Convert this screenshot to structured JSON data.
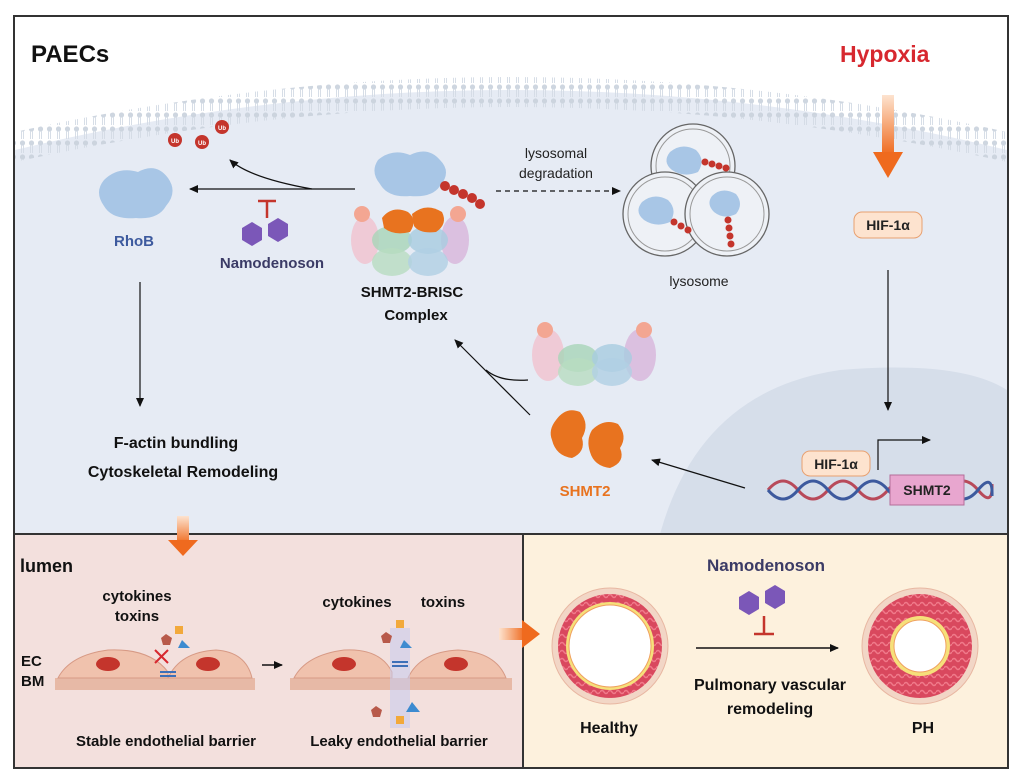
{
  "title": "PAECs",
  "hypoxia": "Hypoxia",
  "hif_box": "HIF-1α",
  "hif_box_dna": "HIF-1α",
  "shmt2_gene": "SHMT2",
  "shmt2_protein": "SHMT2",
  "rhob": "RhoB",
  "namodenoson_top": "Namodenoson",
  "complex_line1": "SHMT2-BRISC",
  "complex_line2": "Complex",
  "lysosomal_line1": "lysosomal",
  "lysosomal_line2": "degradation",
  "lysosome": "lysosome",
  "ub": "Ub",
  "factin": "F-actin bundling",
  "cytoskeletal": "Cytoskeletal Remodeling",
  "lumen": "lumen",
  "cytokines_left": "cytokines",
  "toxins_left": "toxins",
  "cytokines_right": "cytokines",
  "toxins_right": "toxins",
  "ec": "EC",
  "bm": "BM",
  "stable": "Stable endothelial barrier",
  "leaky": "Leaky endothelial barrier",
  "namodenoson_bottom": "Namodenoson",
  "pulmonary_line1": "Pulmonary vascular",
  "pulmonary_line2": "remodeling",
  "healthy": "Healthy",
  "ph": "PH",
  "colors": {
    "hypoxia_red": "#d7282f",
    "shmt2_orange": "#e8731f",
    "rhob_blue": "#3d5a9e",
    "namodenoson_purple": "#7b57b8",
    "hif_fill": "#fde3cf",
    "gene_fill": "#e8a6cf",
    "cell_bg": "#e6ebf4",
    "lower_left_bg": "#f3e0dd",
    "lower_right_bg": "#fdf1dd"
  },
  "icons": [
    "ubiquitin-icon",
    "rhob-protein-icon",
    "namodenoson-molecule-icon",
    "shmt2-protein-icon",
    "brisc-complex-icon",
    "lysosome-icon",
    "dna-helix-icon",
    "vessel-cross-section-icon",
    "endothelial-cell-icon",
    "inhibition-icon"
  ]
}
